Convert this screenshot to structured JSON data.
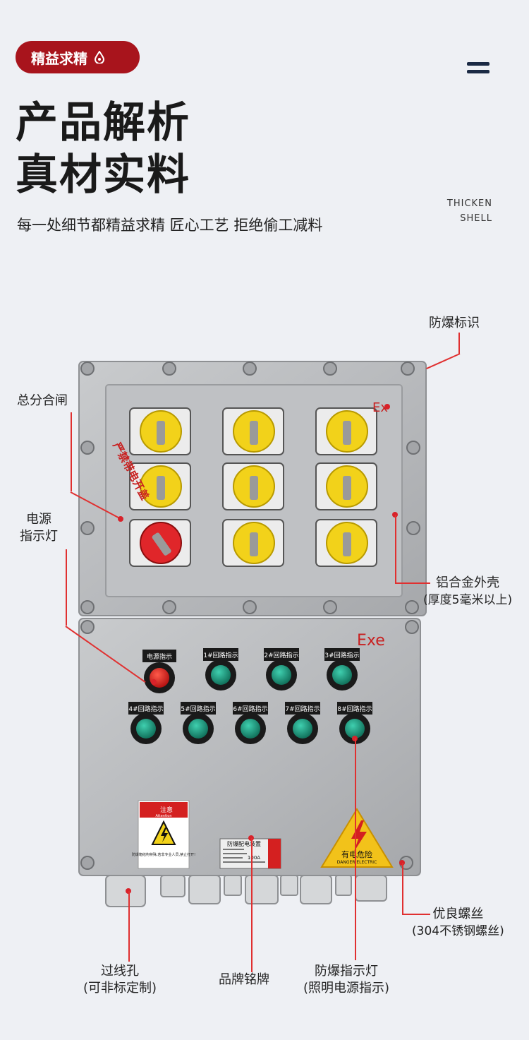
{
  "badge": {
    "label": "精益求精"
  },
  "heading": {
    "line1": "产品解析",
    "line2": "真材实料"
  },
  "subtitle": "每一处细节都精益求精 匠心工艺 拒绝偷工减料",
  "english": {
    "line1": "THICKEN",
    "line2": "SHELL"
  },
  "callouts": {
    "explosion_mark": "防爆标识",
    "main_switch": "总分合闸",
    "power_light_1": "电源",
    "power_light_2": "指示灯",
    "shell_1": "铝合金外壳",
    "shell_2": "(厚度5毫米以上)",
    "screw_1": "优良螺丝",
    "screw_2": "(304不锈钢螺丝)",
    "cable_hole_1": "过线孔",
    "cable_hole_2": "(可非标定制)",
    "nameplate": "品牌铭牌",
    "ex_light_1": "防爆指示灯",
    "ex_light_2": "(照明电源指示)"
  },
  "box": {
    "upper_warning": "严禁带电开盖",
    "ex_mark_upper": "Ex",
    "ex_mark_lower": "Exe",
    "lights": [
      "电源指示",
      "1#回路指示",
      "2#回路指示",
      "3#回路指示",
      "4#回路指示",
      "5#回路指示",
      "6#回路指示",
      "7#回路指示",
      "8#回路指示"
    ],
    "caution_title": "注意",
    "caution_sub": "Attention",
    "caution_text": "防爆箱结构特殊,若非专业人员,禁止打开!",
    "nameplate_title": "防爆配电装置",
    "nameplate_rating": "100A",
    "danger_text": "有电危险",
    "danger_sub": "DANGER ELECTRIC"
  },
  "colors": {
    "accent": "#a8141c",
    "callout": "#d8222a",
    "knob_yellow": "#f2d21a",
    "knob_red": "#e0262a",
    "light_green": "#1a9a80"
  }
}
